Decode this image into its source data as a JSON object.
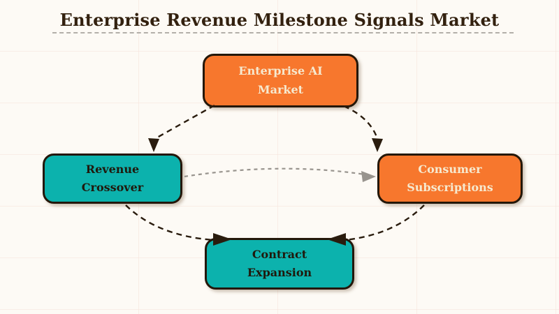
{
  "title": "Enterprise Revenue Milestone Signals Market",
  "diagram": {
    "nodes": {
      "enterprise": {
        "line1": "Enterprise AI",
        "line2": "Market",
        "color": "#f7772d"
      },
      "revenue": {
        "line1": "Revenue",
        "line2": "Crossover",
        "color": "#0cb2ad"
      },
      "consumer": {
        "line1": "Consumer",
        "line2": "Subscriptions",
        "color": "#f7772d"
      },
      "contract": {
        "line1": "Contract",
        "line2": "Expansion",
        "color": "#0cb2ad"
      }
    },
    "edges": [
      {
        "from": "Enterprise AI Market",
        "to": "Revenue Crossover",
        "style": "dashed-dark"
      },
      {
        "from": "Enterprise AI Market",
        "to": "Consumer Subscriptions",
        "style": "dashed-dark"
      },
      {
        "from": "Revenue Crossover",
        "to": "Consumer Subscriptions",
        "style": "dashed-gray"
      },
      {
        "from": "Revenue Crossover",
        "to": "Contract Expansion",
        "style": "dashed-dark"
      },
      {
        "from": "Consumer Subscriptions",
        "to": "Contract Expansion",
        "style": "dashed-dark"
      }
    ]
  },
  "colors": {
    "background": "#fdfaf5",
    "title_text": "#33210f",
    "orange_fill": "#f7772d",
    "teal_fill": "#0cb2ad",
    "node_border": "#241709",
    "light_node_text": "#f6e9cf",
    "dark_node_text": "#20190d",
    "arrow_dark": "#2a1c0e",
    "arrow_gray": "#98948e",
    "separator_gray": "#b3afa9"
  }
}
